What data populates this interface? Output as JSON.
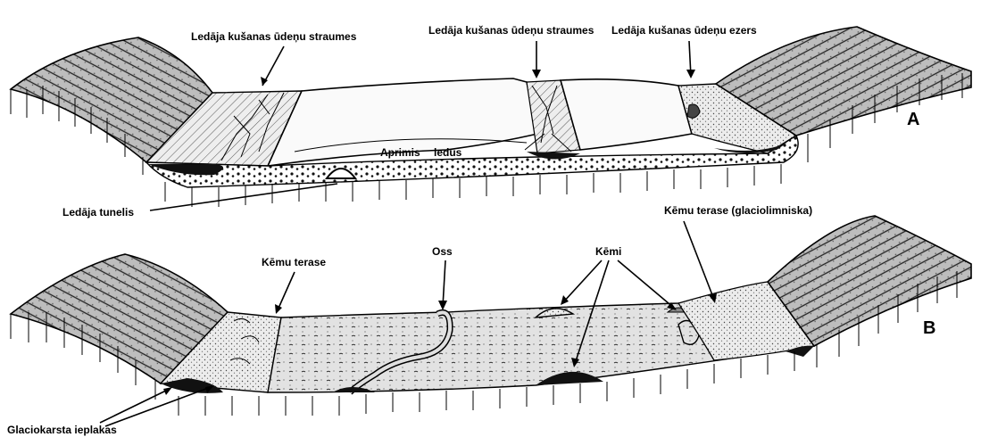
{
  "panel_a": {
    "letter": "A",
    "labels": {
      "streams_left": "Ledāja kušanas ūdeņu straumes",
      "streams_mid": "Ledāja kušanas ūdeņu straumes",
      "lake": "Ledāja kušanas ūdeņu ezers",
      "dead_ice_1": "Aprimis",
      "dead_ice_2": "ledus",
      "tunnel": "Ledāja tunelis"
    }
  },
  "panel_b": {
    "letter": "B",
    "labels": {
      "kame_terrace": "Kēmu terase",
      "esker": "Oss",
      "kames": "Kēmi",
      "kame_terrace_glacio": "Kēmu terase (glaciolimniska)",
      "kettles": "Glaciokarsta ieplakas"
    }
  },
  "colors": {
    "ink": "#000000",
    "paper": "#ffffff",
    "stipple": "#d8d8d8",
    "hatch": "#7a7a7a"
  }
}
